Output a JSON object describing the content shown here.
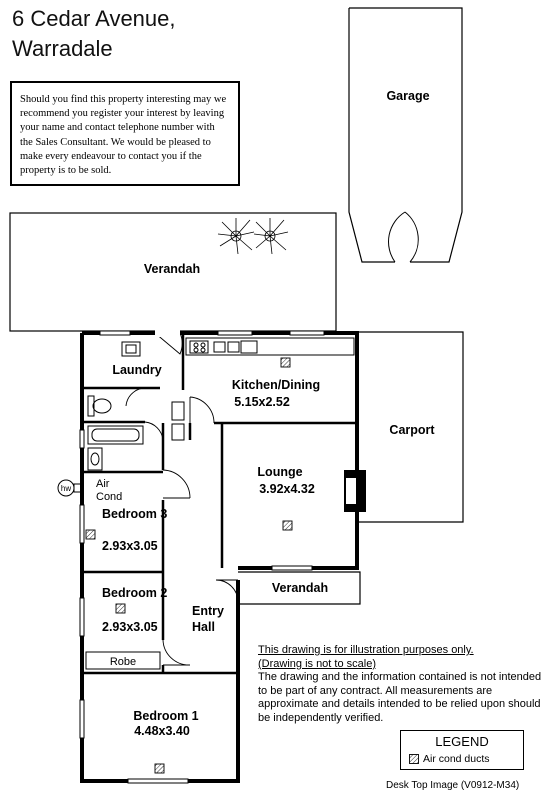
{
  "title": {
    "line1": "6 Cedar Avenue,",
    "line2": "Warradale"
  },
  "notice": "Should you find this property interesting may we recommend you register your interest by leaving your name and contact telephone number with the Sales Consultant. We would be pleased to make every endeavour to contact you if the property is to be sold.",
  "disclaimer": {
    "line1": "This drawing is for illustration purposes only.",
    "line2": "(Drawing is not to scale)",
    "body": "The drawing and the information contained is not intended to be part of any contract.  All measurements are approximate and details intended to be relied upon should be independently verified."
  },
  "legend": {
    "title": "LEGEND",
    "item": "Air cond ducts"
  },
  "footer": "Desk Top Image  (V0912-M34)",
  "rooms": {
    "garage": "Garage",
    "verandah_top": "Verandah",
    "carport": "Carport",
    "laundry": "Laundry",
    "kitchen": "Kitchen/Dining",
    "kitchen_dim": "5.15x2.52",
    "lounge": "Lounge",
    "lounge_dim": "3.92x4.32",
    "hw": "hw",
    "aircond1": "Air",
    "aircond2": "Cond",
    "bedroom3": "Bedroom 3",
    "bedroom3_dim": "2.93x3.05",
    "bedroom2": "Bedroom 2",
    "bedroom2_dim": "2.93x3.05",
    "entry1": "Entry",
    "entry2": "Hall",
    "robe": "Robe",
    "verandah_lower": "Verandah",
    "bedroom1": "Bedroom 1",
    "bedroom1_dim": "4.48x3.40"
  },
  "colors": {
    "wall": "#000000",
    "background": "#ffffff"
  }
}
